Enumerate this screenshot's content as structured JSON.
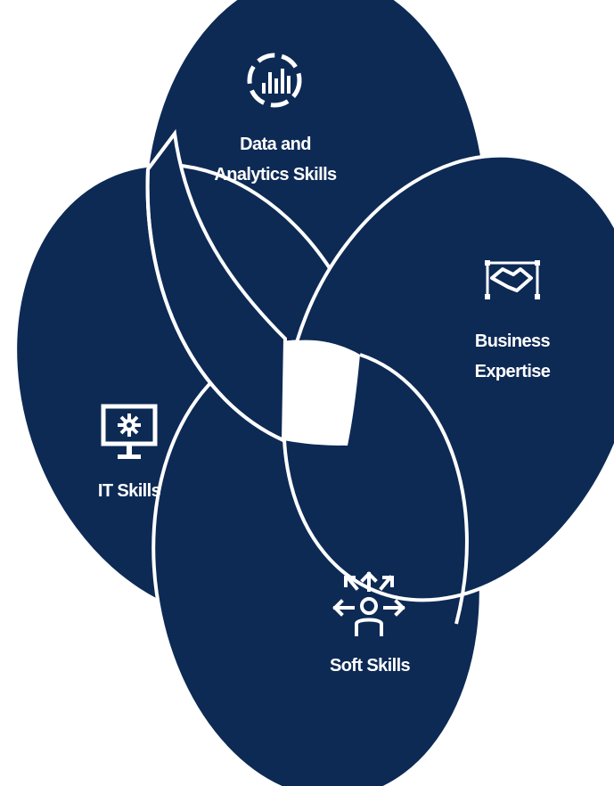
{
  "diagram": {
    "fill_color": "#0d2a55",
    "outline_color": "#ffffff",
    "petals": [
      {
        "name": "data-and-analytics-skills",
        "lines": [
          "Data and",
          "Analytics Skills"
        ],
        "icon": "bar-chart-icon"
      },
      {
        "name": "business-expertise",
        "lines": [
          "Business",
          "Expertise"
        ],
        "icon": "handshake-icon"
      },
      {
        "name": "it-skills",
        "lines": [
          "IT Skills"
        ],
        "icon": "monitor-gear-icon"
      },
      {
        "name": "soft-skills",
        "lines": [
          "Soft Skills"
        ],
        "icon": "person-arrows-icon"
      }
    ]
  }
}
